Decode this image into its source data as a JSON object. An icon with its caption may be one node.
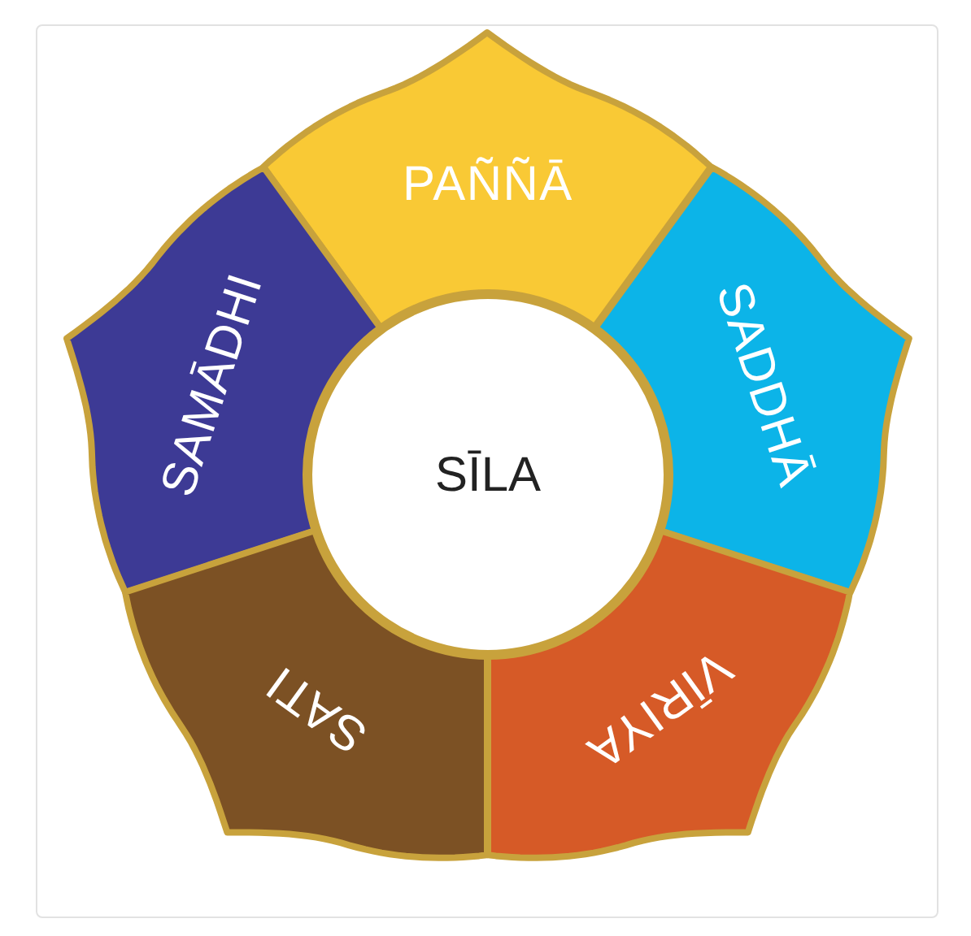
{
  "diagram": {
    "nodes": [
      {
        "text": [
          "PAÑÑĀ"
        ]
      },
      {
        "text": [
          "SAMĀDHI"
        ]
      },
      {
        "text": [
          "SADDHĀ"
        ]
      },
      {
        "text": [
          "SĪLA"
        ]
      },
      {
        "text": [
          "SATI"
        ]
      },
      {
        "text": [
          "VĪRIYA"
        ]
      }
    ]
  }
}
